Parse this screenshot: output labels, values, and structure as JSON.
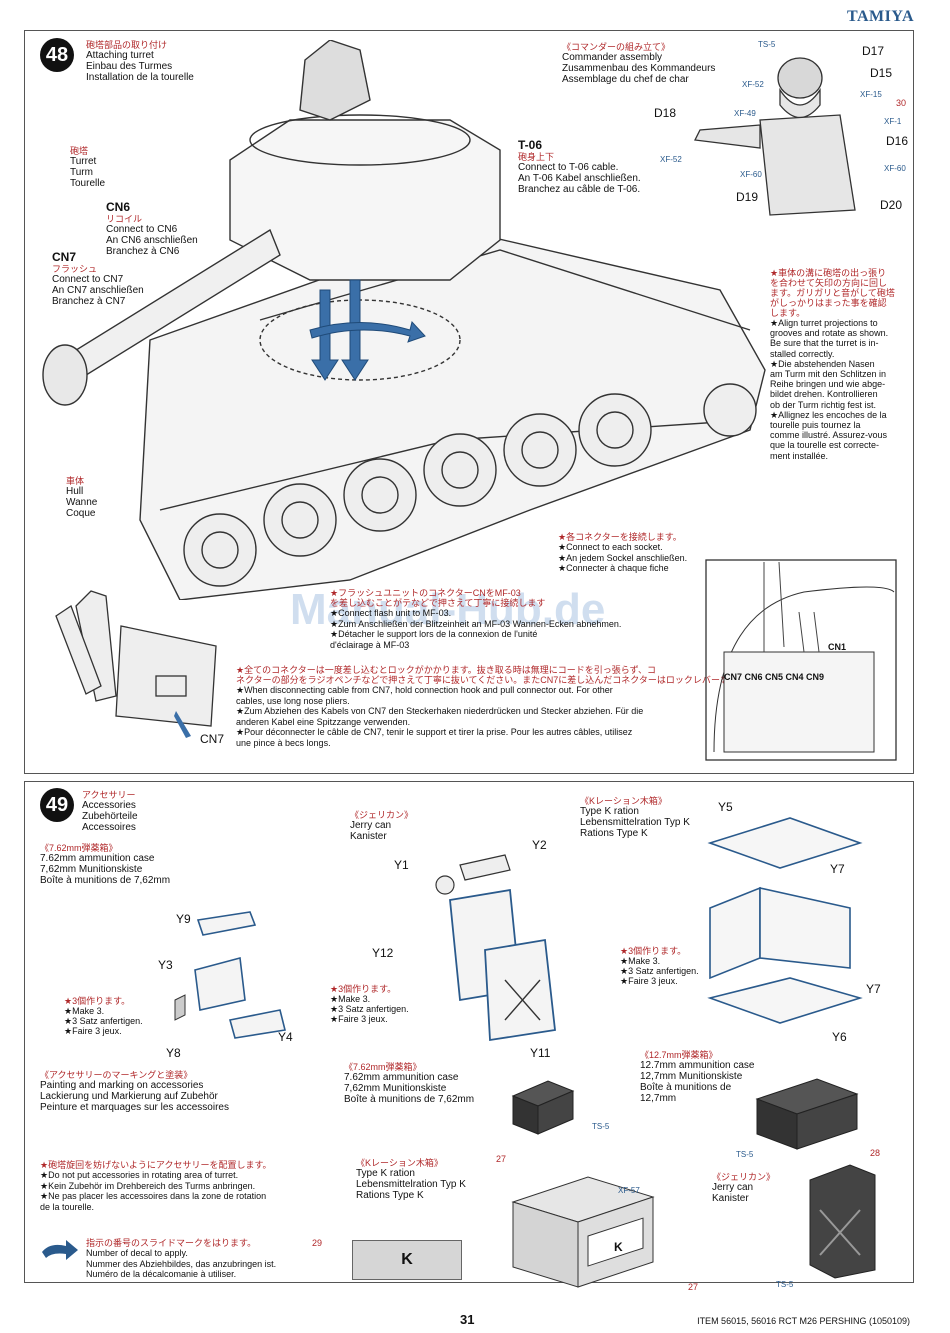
{
  "header": {
    "brand": "TAMIYA"
  },
  "step48": {
    "number": "48",
    "title": {
      "jp": "砲塔部品の取り付け",
      "en": "Attaching turret",
      "de": "Einbau des Turmes",
      "fr": "Installation de la tourelle"
    },
    "turret": {
      "jp": "砲塔",
      "en": "Turret",
      "de": "Turm",
      "fr": "Tourelle"
    },
    "hull": {
      "jp": "車体",
      "en": "Hull",
      "de": "Wanne",
      "fr": "Coque"
    },
    "cn6": {
      "code": "CN6",
      "jp": "リコイル",
      "en": "Connect to CN6",
      "de": "An CN6 anschließen",
      "fr": "Branchez à CN6"
    },
    "cn7": {
      "code": "CN7",
      "jp": "フラッシュ",
      "en": "Connect to CN7",
      "de": "An CN7 anschließen",
      "fr": "Branchez à CN7"
    },
    "t06": {
      "code": "T-06",
      "jp": "砲身上下",
      "en": "Connect to T-06 cable.",
      "de": "An T-06 Kabel anschließen.",
      "fr": "Branchez au câble de T-06."
    },
    "commander": {
      "jp": "《コマンダーの組み立て》",
      "en": "Commander assembly",
      "de": "Zusammenbau des Kommandeurs",
      "fr": "Assemblage du chef de char",
      "parts": [
        "D17",
        "D15",
        "D16",
        "D18",
        "D19",
        "D20"
      ],
      "paints": [
        "TS-5",
        "XF-52",
        "XF-15",
        "XF-1",
        "XF-49",
        "XF-52",
        "XF-60",
        "XF-60"
      ],
      "decal": "30"
    },
    "align_note": {
      "jp": [
        "★車体の溝に砲塔の出っ張り",
        "を合わせて矢印の方向に回し",
        "ます。ガリガリと音がして砲塔",
        "がしっかりはまった事を確認",
        "します。"
      ],
      "en": [
        "★Align turret projections to",
        "grooves and rotate as shown.",
        "Be sure that the turret is in-",
        "stalled correctly."
      ],
      "de": [
        "★Die abstehenden Nasen",
        "am Turm mit den Schlitzen in",
        "Reihe bringen und wie abge-",
        "bildet drehen. Kontrollieren",
        "ob der Turm richtig fest ist."
      ],
      "fr": [
        "★Allignez les encoches de la",
        "tourelle puis tournez la",
        "comme illustré. Assurez-vous",
        "que la tourelle est correcte-",
        "ment installée."
      ]
    },
    "socket_note": {
      "jp": "★各コネクターを接続します。",
      "en": "★Connect to each socket.",
      "de": "★An jedem Sockel anschließen.",
      "fr": "★Connecter à chaque fiche"
    },
    "flash_note": {
      "jp": [
        "★フラッシュユニットのコネクターCNをMF-03",
        "を差し込むことがテなどで押さえて丁寧に接続します"
      ],
      "en": "★Connect flash unit to MF-03.",
      "de": "★Zum Anschließen der Blitzeinheit an MF-03 Wannen-Ecken abnehmen.",
      "fr": [
        "★Détacher le support lors de la connexion de l'unité",
        "d'éclairage à MF-03"
      ]
    },
    "connector_note": {
      "jp": [
        "★全てのコネクターは一度差し込むとロックがかかります。抜き取る時は無理にコードを引っ張らず、コ",
        "ネクターの部分をラジオペンチなどで押さえて丁寧に抜いてください。またCN7に差し込んだコネクターはロックレバーを押しながら引き抜きます。"
      ],
      "en": [
        "★When disconnecting cable from CN7, hold connection hook and pull connector out. For other",
        "cables, use long nose pliers."
      ],
      "de": [
        "★Zum Abziehen des Kabels von CN7 den Steckerhaken niederdrücken und Stecker abziehen. Für die",
        "anderen Kabel eine Spitzzange verwenden."
      ],
      "fr": [
        "★Pour déconnecter le câble de CN7, tenir le support et tirer la prise. Pour les autres câbles, utilisez",
        "une pince à becs longs."
      ]
    },
    "cn7_detail": "CN7",
    "board": {
      "cn1": "CN1",
      "row": "CN7 CN6 CN5 CN4 CN9"
    },
    "watermark": "Manual-Hub.de"
  },
  "step49": {
    "number": "49",
    "title": {
      "jp": "アクセサリー",
      "en": "Accessories",
      "de": "Zubehörteile",
      "fr": "Accessoires"
    },
    "ammo762": {
      "jp": "《7.62mm弾薬箱》",
      "en": "7.62mm ammunition case",
      "de": "7,62mm Munitionskiste",
      "fr": "Boîte à munitions de 7,62mm",
      "parts": [
        "Y9",
        "Y3",
        "Y4",
        "Y8"
      ]
    },
    "make3": {
      "jp": "★3個作ります。",
      "en": "★Make 3.",
      "de": "★3 Satz anfertigen.",
      "fr": "★Faire 3 jeux."
    },
    "jerry": {
      "jp": "《ジェリカン》",
      "en": "Jerry can",
      "de": "Kanister",
      "parts": [
        "Y2",
        "Y1",
        "Y12",
        "Y11"
      ]
    },
    "kration": {
      "jp": "《Kレーション木箱》",
      "en": "Type K ration",
      "de": "Lebensmittelration Typ K",
      "fr": "Rations Type K",
      "parts": [
        "Y5",
        "Y7",
        "Y7",
        "Y6"
      ]
    },
    "marking": {
      "jp": "《アクセサリーのマーキングと塗装》",
      "en": "Painting and marking on accessories",
      "de": "Lackierung und Markierung auf Zubehör",
      "fr": "Peinture et marquages sur les accessoires"
    },
    "mk_ammo762": {
      "jp": "《7.62mm弾薬箱》",
      "en": "7.62mm ammunition case",
      "de": "7,62mm Munitionskiste",
      "fr": "Boîte à munitions de 7,62mm",
      "paint": "TS-5"
    },
    "mk_ammo127": {
      "jp": "《12.7mm弾薬箱》",
      "en": "12.7mm ammunition case",
      "de": "12,7mm Munitionskiste",
      "fr": [
        "Boîte à munitions de",
        "12,7mm"
      ],
      "paint": "TS-5",
      "decal": "28"
    },
    "mk_kration": {
      "jp": "《Kレーション木箱》",
      "en": "Type K ration",
      "de": "Lebensmittelration Typ K",
      "fr": "Rations Type K",
      "paint": "XF-57",
      "decal1": "27",
      "decal2": "27",
      "letter": "K"
    },
    "mk_jerry": {
      "jp": "《ジェリカン》",
      "en": "Jerry can",
      "de": "Kanister",
      "paint": "TS-5"
    },
    "rotate_note": {
      "jp": "★砲塔旋回を妨げないようにアクセサリーを配置します。",
      "en": "★Do not put accessories in rotating area of turret.",
      "de": "★Kein Zubehör im Drehbereich des Turms anbringen.",
      "fr": [
        "★Ne pas placer les accessoires dans la zone de rotation",
        "de la tourelle."
      ]
    },
    "decal_note": {
      "jp": "指示の番号のスライドマークをはります。",
      "en": "Number of decal to apply.",
      "de": "Nummer des Abziehbildes, das anzubringen ist.",
      "fr": "Numéro de la décalcomanie à utiliser."
    },
    "decal_k": {
      "num": "29",
      "letter": "K"
    }
  },
  "footer": {
    "page": "31",
    "item": "ITEM 56015, 56016 RCT M26 PERSHING (1050109)"
  },
  "colors": {
    "brand": "#2a5a8c",
    "jp_red": "#b0282a",
    "part_blue": "#2a5a8c"
  }
}
